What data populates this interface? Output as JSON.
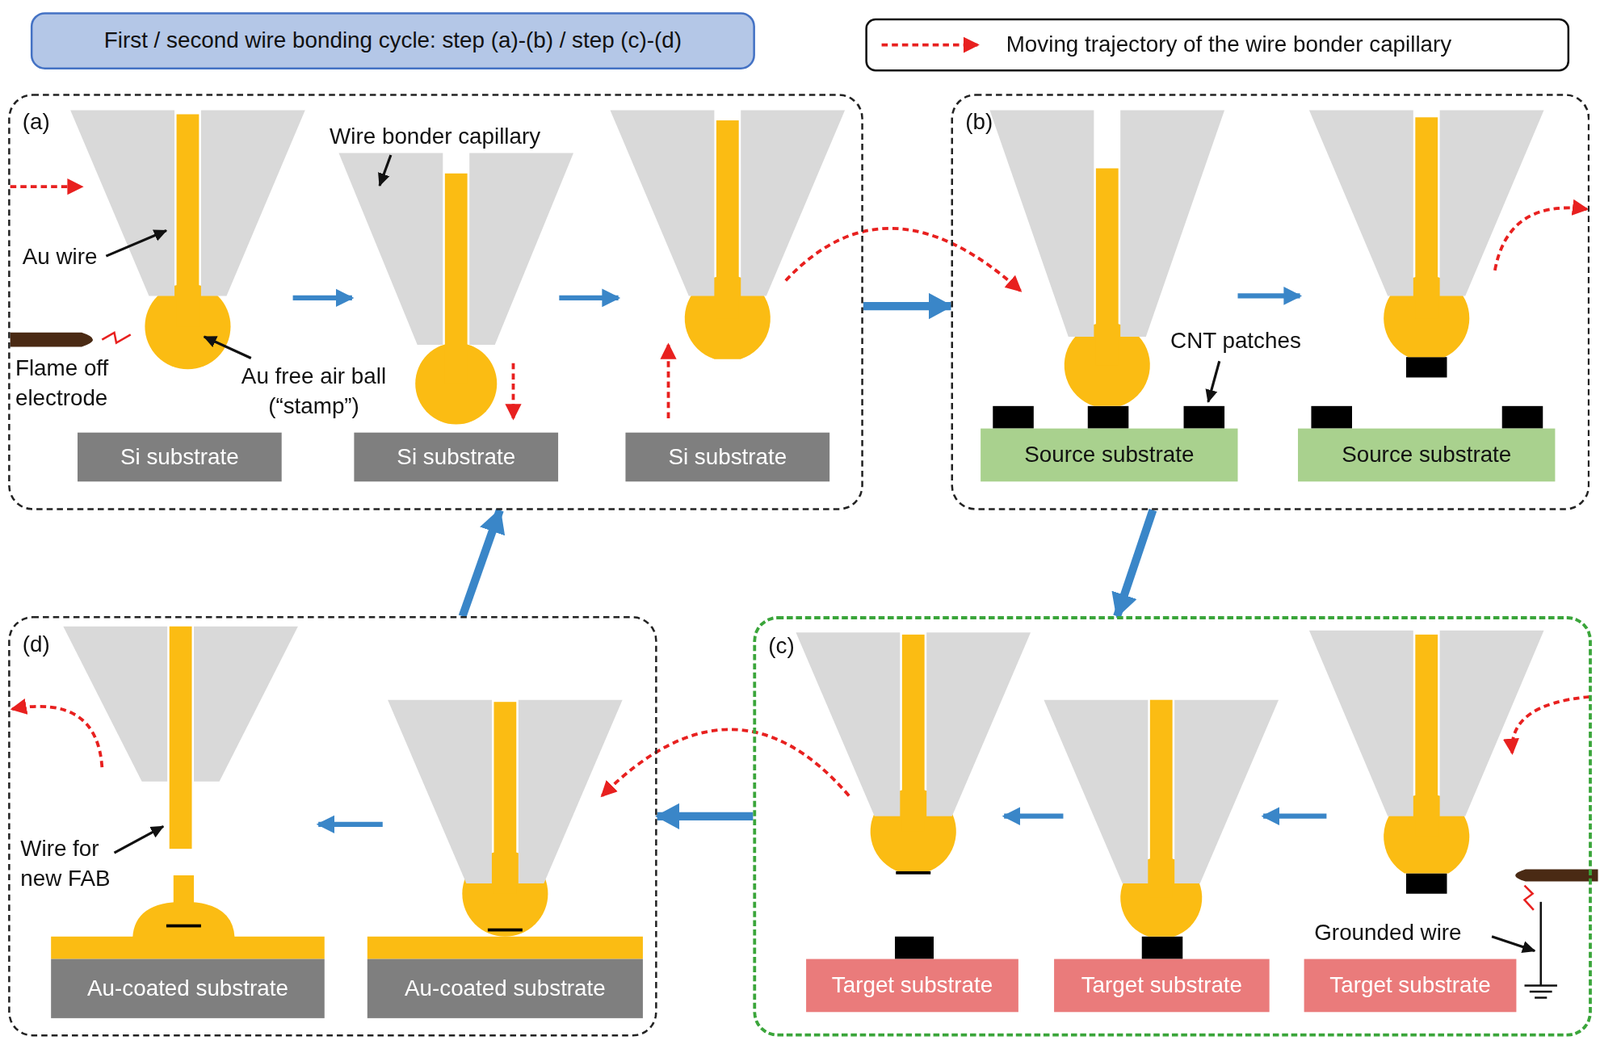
{
  "diagram": {
    "title": "First / second wire bonding cycle: step (a)-(b) / step (c)-(d)",
    "nodes": [
      {
        "text": [
          "(a)"
        ]
      },
      {
        "text": [
          "Si substrate"
        ],
        "in": 0
      },
      {
        "text": [
          "Si substrate"
        ],
        "in": 0
      },
      {
        "text": [
          "Si substrate"
        ],
        "in": 0
      },
      {
        "text": [
          "(b)"
        ]
      },
      {
        "text": [
          "Source substrate"
        ],
        "in": 4
      },
      {
        "text": [
          "Source substrate"
        ],
        "in": 4
      },
      {
        "text": [
          "(c)"
        ]
      },
      {
        "text": [
          "Target substrate"
        ],
        "in": 7
      },
      {
        "text": [
          "Target substrate"
        ],
        "in": 7
      },
      {
        "text": [
          "Target substrate"
        ],
        "in": 7
      },
      {
        "text": [
          "(d)"
        ]
      },
      {
        "text": [
          "Au-coated substrate"
        ],
        "in": 11
      },
      {
        "text": [
          "Au-coated substrate"
        ],
        "in": 11
      }
    ],
    "edges": [
      {
        "from": 0,
        "to": 4,
        "arrow": "to"
      },
      {
        "from": 4,
        "to": 7,
        "arrow": "to"
      },
      {
        "from": 7,
        "to": 11,
        "arrow": "to"
      },
      {
        "from": 11,
        "to": 0,
        "arrow": "to"
      }
    ],
    "labels": [
      "Wire bonder capillary",
      "Au wire",
      "Flame off electrode",
      "Au free air ball (“stamp”)",
      "CNT patches",
      "Grounded wire",
      "Wire for new FAB"
    ],
    "legend": [
      {
        "text": "Moving trajectory of the wire bonder capillary"
      }
    ]
  }
}
